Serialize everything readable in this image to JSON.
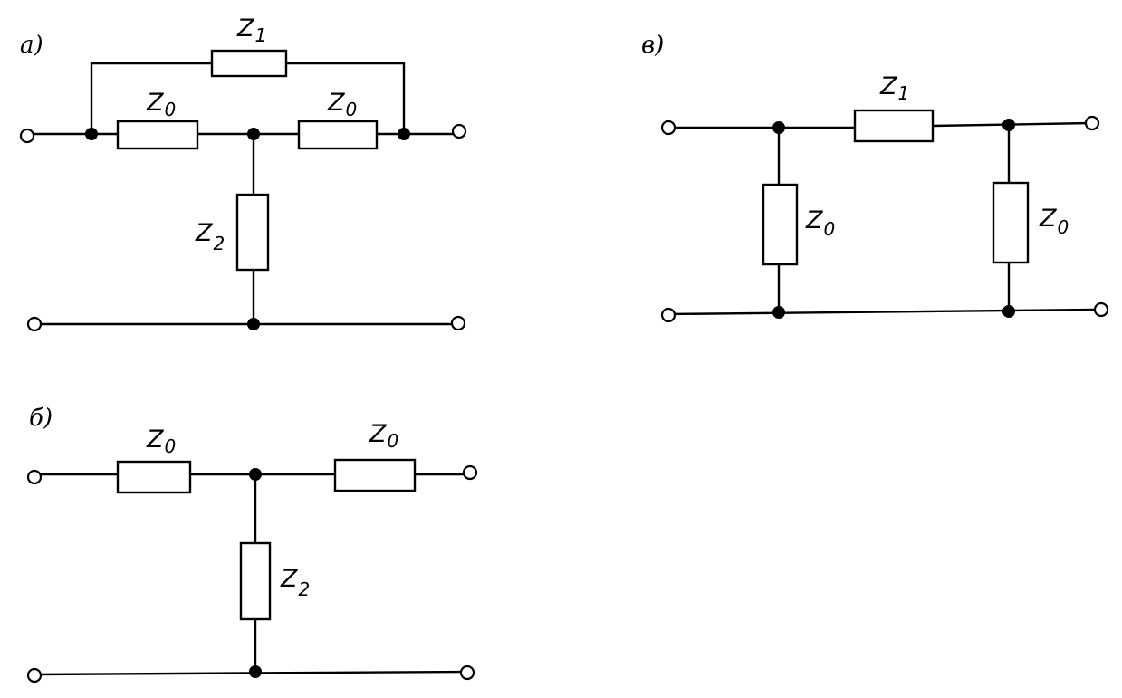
{
  "diagrams": {
    "a": {
      "tag": "a)",
      "z1": {
        "main": "Z",
        "sub": "1"
      },
      "z0_left": {
        "main": "Z",
        "sub": "0"
      },
      "z0_right": {
        "main": "Z",
        "sub": "0"
      },
      "z2": {
        "main": "Z",
        "sub": "2"
      }
    },
    "b": {
      "tag": "б)",
      "z0_left": {
        "main": "Z",
        "sub": "0"
      },
      "z0_right": {
        "main": "Z",
        "sub": "0"
      },
      "z2": {
        "main": "Z",
        "sub": "2"
      }
    },
    "c": {
      "tag": "в)",
      "z1": {
        "main": "Z",
        "sub": "1"
      },
      "z0_left": {
        "main": "Z",
        "sub": "0"
      },
      "z0_right": {
        "main": "Z",
        "sub": "0"
      }
    }
  }
}
